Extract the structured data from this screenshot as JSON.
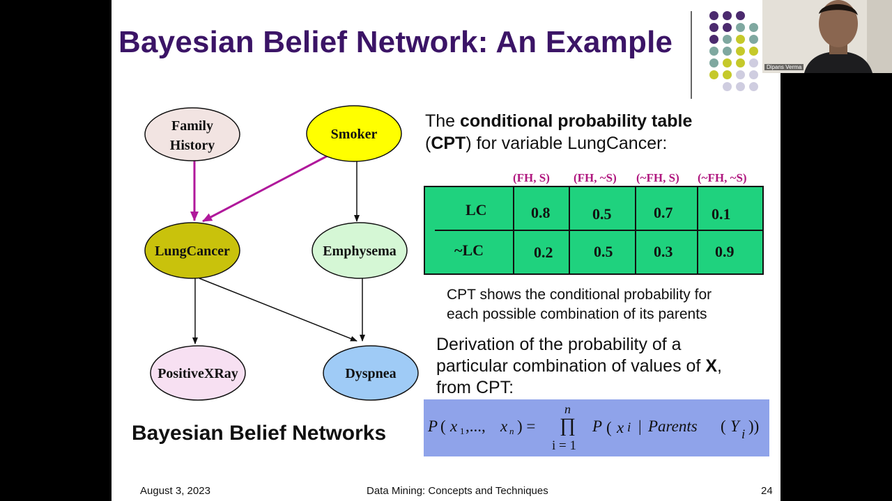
{
  "slide": {
    "title": "Bayesian Belief Network: An Example",
    "decor_colors": [
      "#4b2a6e",
      "#7fa8a0",
      "#c5c92a",
      "#cfcde0"
    ]
  },
  "network": {
    "nodes": {
      "family_history": {
        "line1": "Family",
        "line2": "History",
        "fill": "#f2e4e2"
      },
      "smoker": {
        "label": "Smoker",
        "fill": "#ffff00"
      },
      "lung_cancer": {
        "label": "LungCancer",
        "fill": "#c9c20c"
      },
      "emphysema": {
        "label": "Emphysema",
        "fill": "#d5f7d5"
      },
      "positive_xray": {
        "label": "PositiveXRay",
        "fill": "#f7e0f2"
      },
      "dyspnea": {
        "label": "Dyspnea",
        "fill": "#9fcbf6"
      }
    },
    "caption": "Bayesian Belief Networks",
    "parent_arrow_color": "#b0189b"
  },
  "cpt": {
    "intro_prefix": "The ",
    "intro_bold1": "conditional probability table",
    "intro_line2_open": "(",
    "intro_bold2": "CPT",
    "intro_line2_rest": ") for variable LungCancer:",
    "columns": [
      "(FH, S)",
      "(FH, ~S)",
      "(~FH, S)",
      "(~FH, ~S)"
    ],
    "rows": [
      {
        "label": "LC",
        "values": [
          "0.8",
          "0.5",
          "0.7",
          "0.1"
        ]
      },
      {
        "label": "~LC",
        "values": [
          "0.2",
          "0.5",
          "0.3",
          "0.9"
        ]
      }
    ],
    "table_color": "#1fd27e",
    "header_color": "#b0187f",
    "description_line1": "CPT shows the conditional probability for",
    "description_line2": "each possible combination of its parents"
  },
  "derivation": {
    "line1": "Derivation of the probability of a",
    "line2_prefix": "particular combination of values of ",
    "line2_bold": "X",
    "line2_suffix": ",",
    "line3": "from CPT:"
  },
  "formula": {
    "P": "P",
    "open": "(",
    "x": "x",
    "sub1": "1",
    "ellipsis": ",...,",
    "xn": "x",
    "subn": "n",
    "close_eq": ") =",
    "upper": "n",
    "prod": "∏",
    "lower": "i = 1",
    "P2": "P",
    "open2": "(",
    "xi": "x",
    "subi": "i",
    "bar": "|",
    "parents": "Parents",
    "open3": "(",
    "Y": "Y",
    "subi2": "i",
    "close2": "))",
    "box_color": "#8fa3ea"
  },
  "footer": {
    "date": "August 3, 2023",
    "course": "Data Mining: Concepts and Techniques",
    "page": "24"
  },
  "webcam": {
    "participant_name": "Dipans Verma"
  }
}
